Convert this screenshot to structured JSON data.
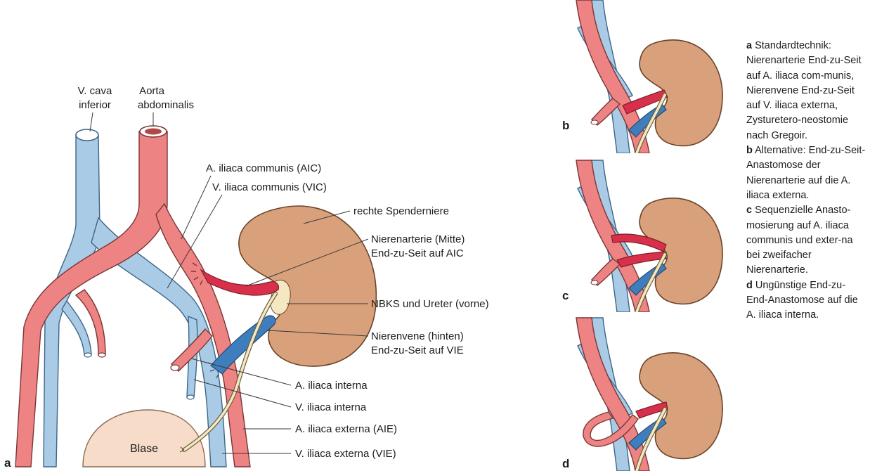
{
  "figure": {
    "panel_labels": {
      "a": "a",
      "b": "b",
      "c": "c",
      "d": "d"
    },
    "labels": {
      "v_cava": [
        "V. cava",
        "inferior"
      ],
      "aorta": [
        "Aorta",
        "abdominalis"
      ],
      "aic": "A. iliaca communis (AIC)",
      "vic": "V. iliaca communis (VIC)",
      "spenderniere": "rechte Spenderniere",
      "nierenarterie": [
        "Nierenarterie (Mitte)",
        "End-zu-Seit auf AIC"
      ],
      "nbks": "NBKS und Ureter (vorne)",
      "nierenvene": [
        "Nierenvene (hinten)",
        "End-zu-Seit auf VIE"
      ],
      "a_iliaca_interna": "A. iliaca interna",
      "v_iliaca_interna": "V. iliaca interna",
      "aie": "A. iliaca externa (AIE)",
      "vie": "V. iliaca externa (VIE)",
      "blase": "Blase"
    }
  },
  "caption": [
    {
      "letter": "a",
      "text": "Standardtechnik: Nierenarterie End-zu-Seit auf A. iliaca com-munis, Nierenvene End-zu-Seit auf V. iliaca externa, Zysturetero-neostomie nach Gregoir."
    },
    {
      "letter": "b",
      "text": "Alternative: End-zu-Seit-Anastomose der Nierenarterie auf die A. iliaca externa."
    },
    {
      "letter": "c",
      "text": "Sequenzielle Anasto-mosierung auf A. iliaca communis und exter-na bei zweifacher Nierenarterie."
    },
    {
      "letter": "d",
      "text": "Ungünstige End-zu-End-Anastomose auf die A. iliaca interna."
    }
  ],
  "colors": {
    "artery": "#ee8383",
    "artery_dark": "#d8304a",
    "vein": "#a9cbe6",
    "vein_dark": "#3f7ebd",
    "kidney": "#d9a07c",
    "bladder": "#f6dcc9",
    "ureter": "#f3e8c2"
  }
}
